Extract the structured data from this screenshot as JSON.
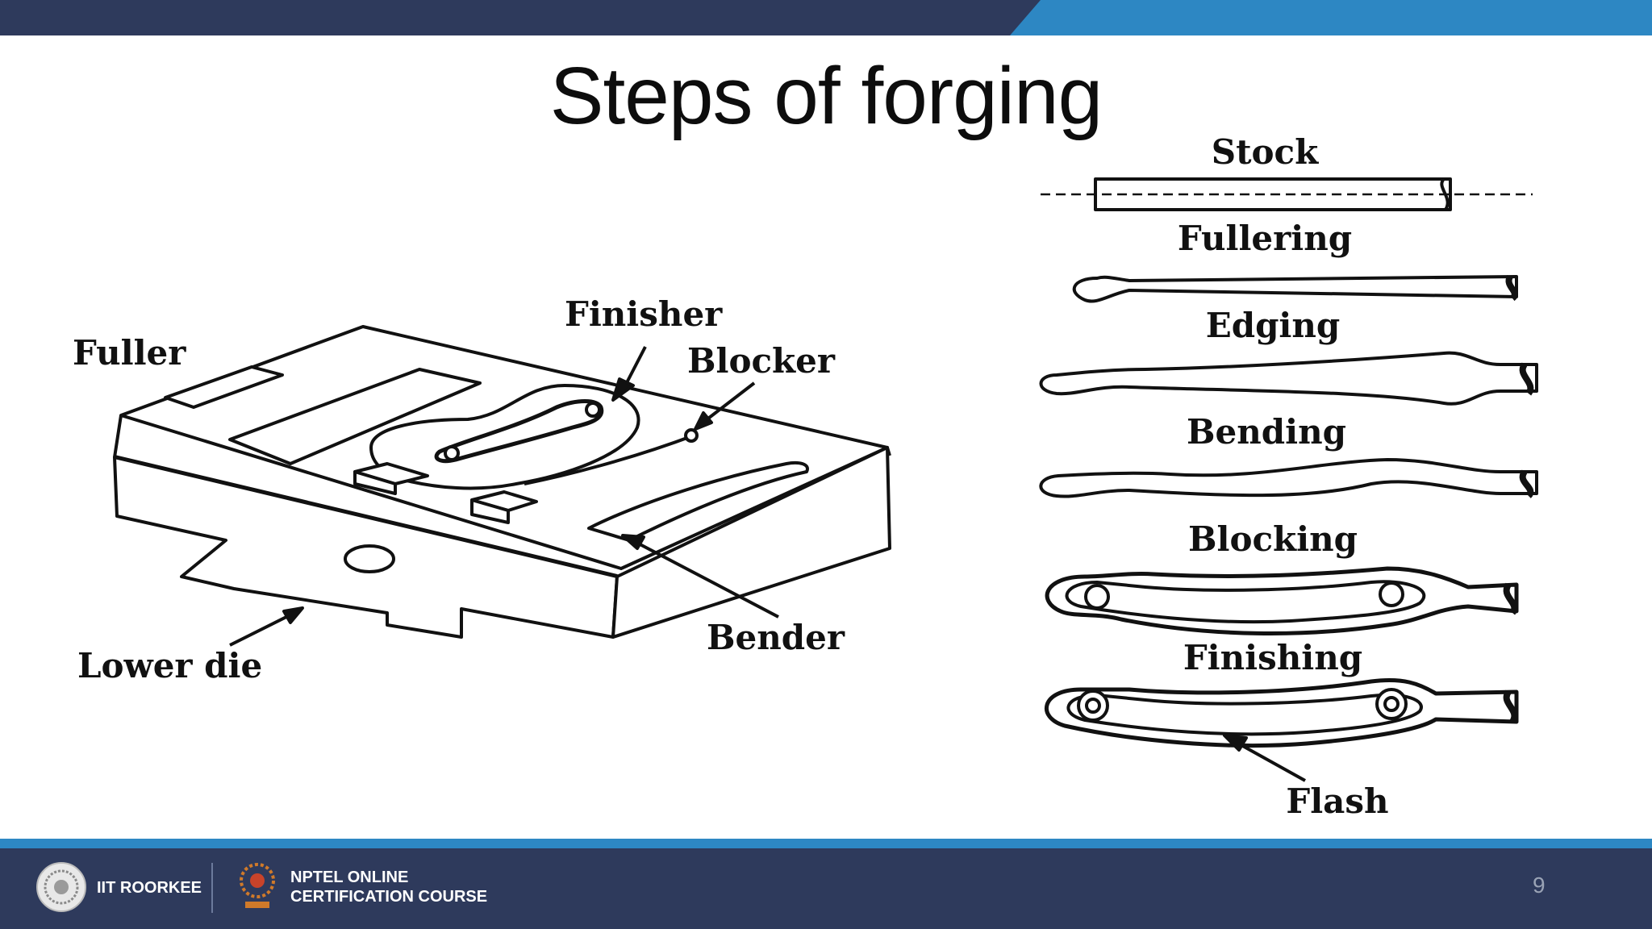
{
  "slide": {
    "title": "Steps of forging",
    "page_number": "9"
  },
  "die_labels": {
    "fuller": "Fuller",
    "finisher": "Finisher",
    "blocker": "Blocker",
    "bender": "Bender",
    "lower_die": "Lower die"
  },
  "steps": [
    "Stock",
    "Fullering",
    "Edging",
    "Bending",
    "Blocking",
    "Finishing"
  ],
  "flash_label": "Flash",
  "footer": {
    "institute": "IIT ROORKEE",
    "course_line1": "NPTEL ONLINE",
    "course_line2": "CERTIFICATION COURSE"
  },
  "colors": {
    "header_dark": "#2e3a5c",
    "header_accent": "#2d87c3"
  }
}
